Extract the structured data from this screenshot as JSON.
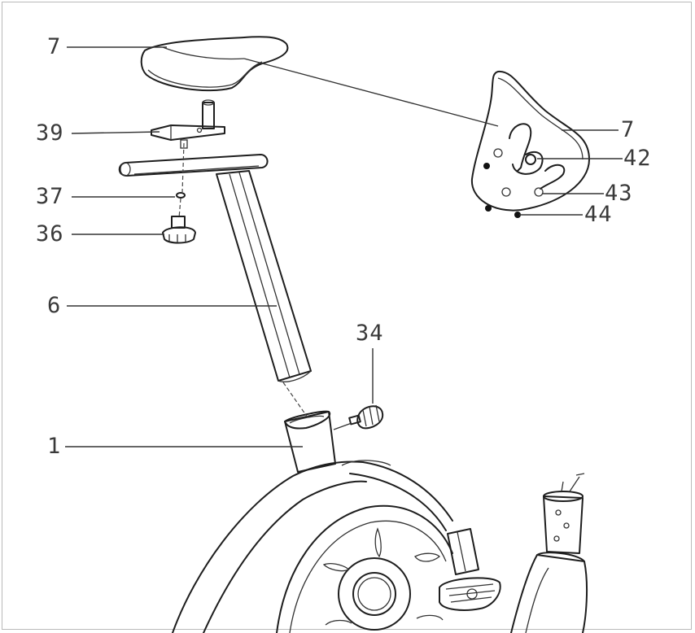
{
  "parts": [
    {
      "id": "saddle",
      "label": "7"
    },
    {
      "id": "saddle-bracket",
      "label": "39"
    },
    {
      "id": "washer",
      "label": "37"
    },
    {
      "id": "knob",
      "label": "36"
    },
    {
      "id": "seat-post",
      "label": "6"
    },
    {
      "id": "pull-knob",
      "label": "34"
    },
    {
      "id": "main-frame",
      "label": "1"
    }
  ],
  "detail": {
    "saddle_label": "7",
    "labels": [
      "42",
      "43",
      "44"
    ]
  },
  "colors": {
    "ink": "#1e1e1e",
    "label": "#3a3a3a",
    "frame_border": "#b9b9b9"
  }
}
